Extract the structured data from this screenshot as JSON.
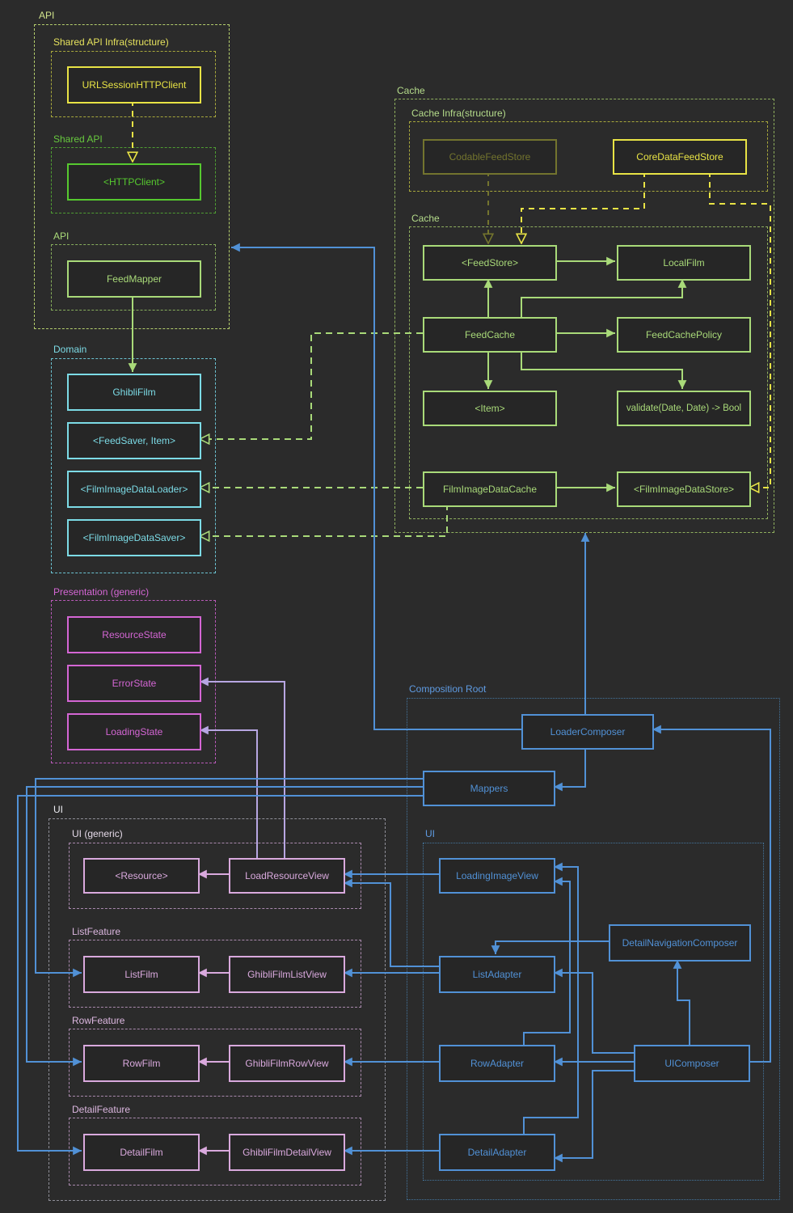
{
  "diagram": {
    "colors": {
      "background": "#2b2b2b",
      "yellow": "#e8e345",
      "olive_dimmed": "#73742e",
      "bright_green": "#56c92f",
      "light_green": "#a9da79",
      "cyan": "#7cdbe6",
      "magenta": "#d466d4",
      "plum": "#d9a9dd",
      "lavender": "#b7a6e2",
      "blue": "#5191d6"
    },
    "groups": {
      "api_outer": {
        "label": "API"
      },
      "shared_api_infra": {
        "label": "Shared API Infra(structure)"
      },
      "shared_api": {
        "label": "Shared API"
      },
      "api_inner": {
        "label": "API"
      },
      "domain": {
        "label": "Domain"
      },
      "cache_outer": {
        "label": "Cache"
      },
      "cache_infra": {
        "label": "Cache Infra(structure)"
      },
      "cache_inner": {
        "label": "Cache"
      },
      "presentation": {
        "label": "Presentation (generic)"
      },
      "composition_root": {
        "label": "Composition Root"
      },
      "ui_right": {
        "label": "UI"
      },
      "ui_left": {
        "label": "UI"
      },
      "ui_generic": {
        "label": "UI (generic)"
      },
      "list_feature": {
        "label": "ListFeature"
      },
      "row_feature": {
        "label": "RowFeature"
      },
      "detail_feature": {
        "label": "DetailFeature"
      }
    },
    "nodes": {
      "urlsessionhttpclient": {
        "label": "URLSessionHTTPClient"
      },
      "httpclient": {
        "label": "<HTTPClient>"
      },
      "feedmapper": {
        "label": "FeedMapper"
      },
      "ghiblifilm": {
        "label": "GhibliFilm"
      },
      "feedsaver": {
        "label": "<FeedSaver, Item>"
      },
      "filmimagedataloader": {
        "label": "<FilmImageDataLoader>"
      },
      "filmimagedatasaver": {
        "label": "<FilmImageDataSaver>"
      },
      "codablefeedstore": {
        "label": "CodableFeedStore"
      },
      "coredatafeedstore": {
        "label": "CoreDataFeedStore"
      },
      "feedstore": {
        "label": "<FeedStore>"
      },
      "localfilm": {
        "label": "LocalFilm"
      },
      "feedcache": {
        "label": "FeedCache"
      },
      "feedcachepolicy": {
        "label": "FeedCachePolicy"
      },
      "item": {
        "label": "<Item>"
      },
      "validate": {
        "label": "validate(Date, Date) -> Bool"
      },
      "filmimagedatacache": {
        "label": "FilmImageDataCache"
      },
      "filmimagedatastore": {
        "label": "<FilmImageDataStore>"
      },
      "resourcestate": {
        "label": "ResourceState"
      },
      "errorstate": {
        "label": "ErrorState"
      },
      "loadingstate": {
        "label": "LoadingState"
      },
      "loadercomposer": {
        "label": "LoaderComposer"
      },
      "mappers": {
        "label": "Mappers"
      },
      "resource": {
        "label": "<Resource>"
      },
      "loadresourceview": {
        "label": "LoadResourceView"
      },
      "listfilm": {
        "label": "ListFilm"
      },
      "ghiblifilmlistview": {
        "label": "GhibliFilmListView"
      },
      "rowfilm": {
        "label": "RowFilm"
      },
      "ghiblifilmrowview": {
        "label": "GhibliFilmRowView"
      },
      "detailfilm": {
        "label": "DetailFilm"
      },
      "ghiblifilmdetailview": {
        "label": "GhibliFilmDetailView"
      },
      "loadingimageview": {
        "label": "LoadingImageView"
      },
      "detailnavigationcomposer": {
        "label": "DetailNavigationComposer"
      },
      "listadapter": {
        "label": "ListAdapter"
      },
      "rowadapter": {
        "label": "RowAdapter"
      },
      "uicomposer": {
        "label": "UIComposer"
      },
      "detailadapter": {
        "label": "DetailAdapter"
      }
    },
    "edges": [
      {
        "from": "URLSessionHTTPClient",
        "to": "<HTTPClient>",
        "style": "dashed-open"
      },
      {
        "from": "FeedMapper",
        "to": "GhibliFilm",
        "style": "solid"
      },
      {
        "from": "CodableFeedStore",
        "to": "<FeedStore>",
        "style": "dashed-open"
      },
      {
        "from": "CoreDataFeedStore",
        "to": "<FeedStore>",
        "style": "dashed-open"
      },
      {
        "from": "CoreDataFeedStore",
        "to": "<FilmImageDataStore>",
        "style": "dashed-open"
      },
      {
        "from": "<FeedStore>",
        "to": "LocalFilm",
        "style": "solid"
      },
      {
        "from": "FeedCache",
        "to": "<FeedStore>",
        "style": "solid"
      },
      {
        "from": "FeedCache",
        "to": "LocalFilm",
        "style": "solid"
      },
      {
        "from": "FeedCache",
        "to": "FeedCachePolicy",
        "style": "solid"
      },
      {
        "from": "FeedCache",
        "to": "<Item>",
        "style": "solid"
      },
      {
        "from": "FeedCache",
        "to": "validate(Date, Date) -> Bool",
        "style": "solid"
      },
      {
        "from": "FeedCache",
        "to": "<FeedSaver, Item>",
        "style": "dashed-open"
      },
      {
        "from": "FilmImageDataCache",
        "to": "<FilmImageDataStore>",
        "style": "solid"
      },
      {
        "from": "FilmImageDataCache",
        "to": "<FilmImageDataLoader>",
        "style": "dashed-open"
      },
      {
        "from": "FilmImageDataCache",
        "to": "<FilmImageDataSaver>",
        "style": "dashed-open"
      },
      {
        "from": "LoadResourceView",
        "to": "<Resource>",
        "style": "solid"
      },
      {
        "from": "LoadResourceView",
        "to": "ErrorState",
        "style": "solid"
      },
      {
        "from": "LoadResourceView",
        "to": "LoadingState",
        "style": "solid"
      },
      {
        "from": "GhibliFilmListView",
        "to": "ListFilm",
        "style": "solid"
      },
      {
        "from": "GhibliFilmRowView",
        "to": "RowFilm",
        "style": "solid"
      },
      {
        "from": "GhibliFilmDetailView",
        "to": "DetailFilm",
        "style": "solid"
      },
      {
        "from": "LoaderComposer",
        "to": "API",
        "style": "solid"
      },
      {
        "from": "LoaderComposer",
        "to": "Cache",
        "style": "solid"
      },
      {
        "from": "LoaderComposer",
        "to": "Mappers",
        "style": "solid"
      },
      {
        "from": "UIComposer",
        "to": "LoaderComposer",
        "style": "solid"
      },
      {
        "from": "Mappers",
        "to": "ListFilm",
        "style": "solid"
      },
      {
        "from": "Mappers",
        "to": "RowFilm",
        "style": "solid"
      },
      {
        "from": "Mappers",
        "to": "DetailFilm",
        "style": "solid"
      },
      {
        "from": "LoadingImageView",
        "to": "LoadResourceView",
        "style": "solid"
      },
      {
        "from": "ListAdapter",
        "to": "LoadResourceView",
        "style": "solid"
      },
      {
        "from": "ListAdapter",
        "to": "GhibliFilmListView",
        "style": "solid"
      },
      {
        "from": "RowAdapter",
        "to": "GhibliFilmRowView",
        "style": "solid"
      },
      {
        "from": "DetailAdapter",
        "to": "GhibliFilmDetailView",
        "style": "solid"
      },
      {
        "from": "DetailNavigationComposer",
        "to": "ListAdapter",
        "style": "solid"
      },
      {
        "from": "UIComposer",
        "to": "ListAdapter",
        "style": "solid"
      },
      {
        "from": "UIComposer",
        "to": "RowAdapter",
        "style": "solid"
      },
      {
        "from": "UIComposer",
        "to": "DetailAdapter",
        "style": "solid"
      },
      {
        "from": "UIComposer",
        "to": "DetailNavigationComposer",
        "style": "solid"
      },
      {
        "from": "RowAdapter",
        "to": "LoadingImageView",
        "style": "solid"
      },
      {
        "from": "DetailAdapter",
        "to": "LoadingImageView",
        "style": "solid"
      }
    ]
  }
}
